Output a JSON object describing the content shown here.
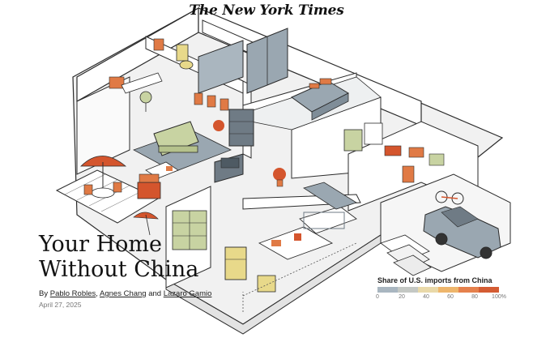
{
  "masthead": "The New York Times",
  "headline": {
    "line1": "Your Home",
    "line2": "Without China"
  },
  "byline": {
    "prefix": "By",
    "authors": [
      "Pablo Robles",
      "Agnes Chang",
      "Lazaro Gamio"
    ],
    "separator": ",",
    "conjunction": "and"
  },
  "date": "April 27, 2025",
  "legend": {
    "title": "Share of U.S. imports from China",
    "ticks": [
      "0",
      "20",
      "40",
      "60",
      "80",
      "100%"
    ],
    "colors": [
      "#a9b6c0",
      "#c4c8c4",
      "#e9d9a9",
      "#eeb66c",
      "#e5814d",
      "#d45c33"
    ]
  },
  "palette": {
    "floor": "#f2f2f2",
    "wall": "#ffffff",
    "outline": "#2b2b2b",
    "gray_blue": "#9aa7b1",
    "green": "#c8d3a2",
    "tan": "#e8d98a",
    "orange": "#e07a45",
    "red_orange": "#d4552d"
  }
}
